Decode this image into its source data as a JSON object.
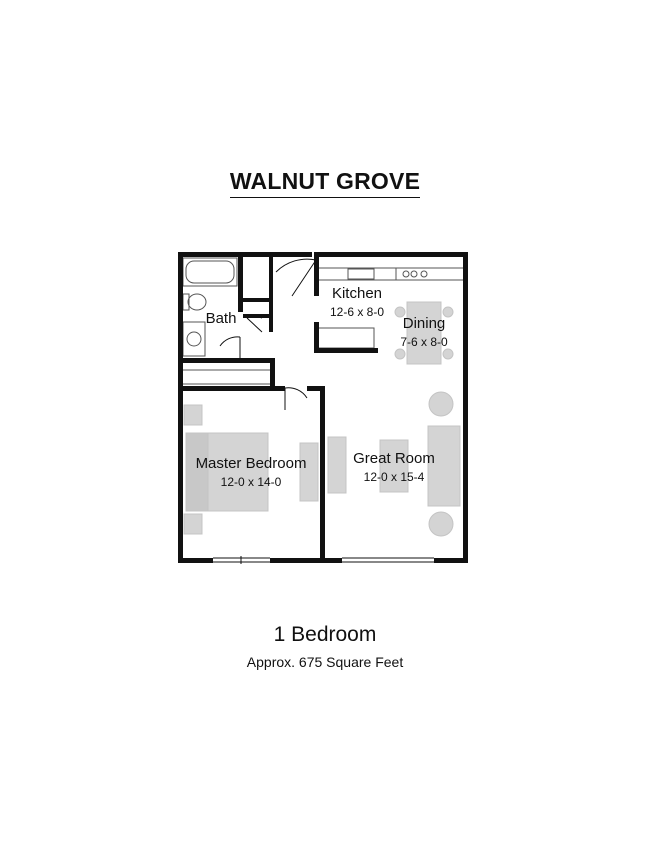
{
  "title": "WALNUT GROVE",
  "rooms": {
    "bath": {
      "name": "Bath"
    },
    "kitchen": {
      "name": "Kitchen",
      "dims": "12-6 x 8-0"
    },
    "dining": {
      "name": "Dining",
      "dims": "7-6 x 8-0"
    },
    "master_bedroom": {
      "name": "Master Bedroom",
      "dims": "12-0 x 14-0"
    },
    "great_room": {
      "name": "Great Room",
      "dims": "12-0 x 15-4"
    }
  },
  "unit": {
    "type": "1 Bedroom",
    "area": "Approx. 675 Square Feet"
  },
  "colors": {
    "wall": "#111111",
    "furniture": "#d4d4d4",
    "fixture_outline": "#555555"
  }
}
